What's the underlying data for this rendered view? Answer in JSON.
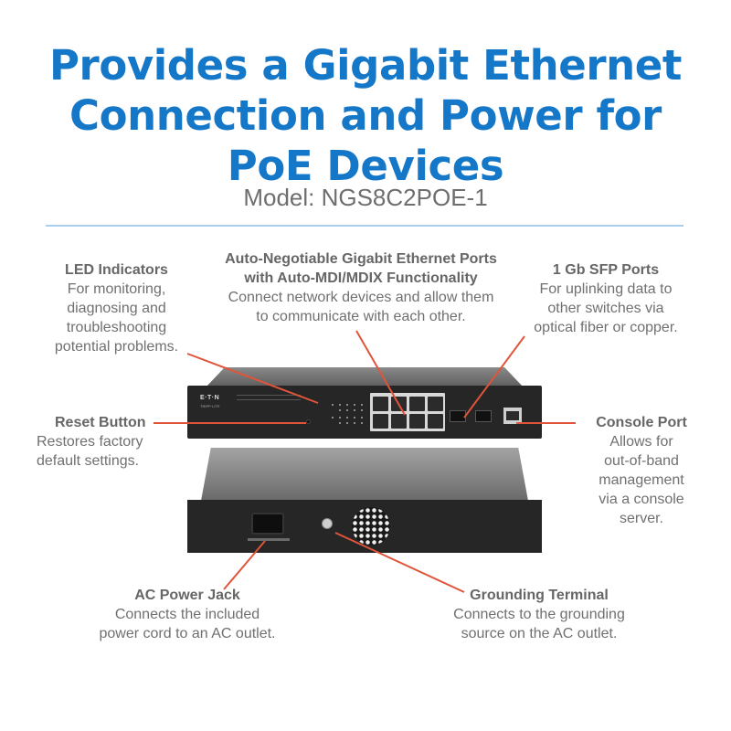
{
  "header": {
    "title_lines": [
      "Provides a Gigabit Ethernet",
      "Connection and Power for",
      "PoE Devices"
    ],
    "model": "Model: NGS8C2POE-1"
  },
  "colors": {
    "title": "#1577c8",
    "divider": "#a9cfec",
    "leader_line": "#e0553a",
    "body_text": "#707070"
  },
  "product": {
    "brand": "E·T·N",
    "sub_brand": "TRIPP·LITE"
  },
  "callouts": {
    "led": {
      "title": "LED Indicators",
      "desc": "For monitoring,\ndiagnosing and\ntroubleshooting\npotential problems."
    },
    "ethernet": {
      "title": "Auto-Negotiable Gigabit Ethernet Ports\nwith Auto-MDI/MDIX Functionality",
      "desc": "Connect network devices and allow them\nto communicate with each other."
    },
    "sfp": {
      "title": "1 Gb SFP Ports",
      "desc": "For uplinking data to\nother switches via\noptical fiber or copper."
    },
    "reset": {
      "title": "Reset Button",
      "desc": "Restores factory\ndefault settings."
    },
    "console": {
      "title": "Console Port",
      "desc": "Allows for\nout-of-band\nmanagement\nvia a console\nserver."
    },
    "ac": {
      "title": "AC Power Jack",
      "desc": "Connects the included\npower cord to an AC outlet."
    },
    "ground": {
      "title": "Grounding Terminal",
      "desc": "Connects to the grounding\nsource on the AC outlet."
    }
  }
}
